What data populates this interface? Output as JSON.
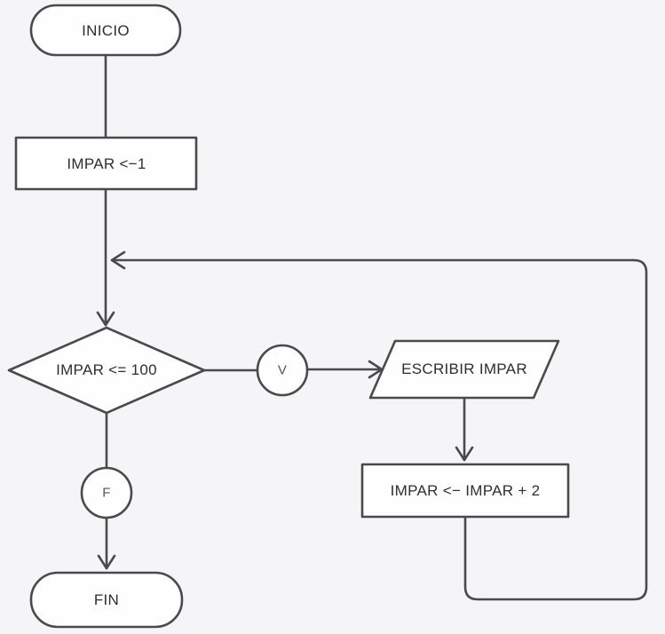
{
  "diagram": {
    "type": "flowchart",
    "language": "es",
    "colors": {
      "background": "#f5f5f7",
      "shape_fill": "#fefefe",
      "stroke": "#4a4a4c",
      "text": "#2e2e30"
    },
    "nodes": {
      "inicio": {
        "type": "terminator",
        "label": "INICIO"
      },
      "asignacion_inicial": {
        "type": "process",
        "label": "IMPAR <−1"
      },
      "condicion": {
        "type": "decision",
        "label": "IMPAR <= 100"
      },
      "rama_verdadera": {
        "type": "branch-connector",
        "label": "V"
      },
      "escribir": {
        "type": "input-output",
        "label": "ESCRIBIR IMPAR"
      },
      "incremento": {
        "type": "process",
        "label": "IMPAR <− IMPAR + 2"
      },
      "rama_falsa": {
        "type": "branch-connector",
        "label": "F"
      },
      "fin": {
        "type": "terminator",
        "label": "FIN"
      }
    },
    "edges": [
      {
        "from": "inicio",
        "to": "asignacion_inicial",
        "arrow": false
      },
      {
        "from": "asignacion_inicial",
        "to": "condicion",
        "arrow": true
      },
      {
        "from": "condicion",
        "to": "escribir",
        "via": "rama_verdadera",
        "arrow": true
      },
      {
        "from": "escribir",
        "to": "incremento",
        "arrow": true
      },
      {
        "from": "incremento",
        "to": "condicion",
        "kind": "loop-back",
        "arrow": true
      },
      {
        "from": "condicion",
        "to": "fin",
        "via": "rama_falsa",
        "arrow": true
      }
    ]
  }
}
